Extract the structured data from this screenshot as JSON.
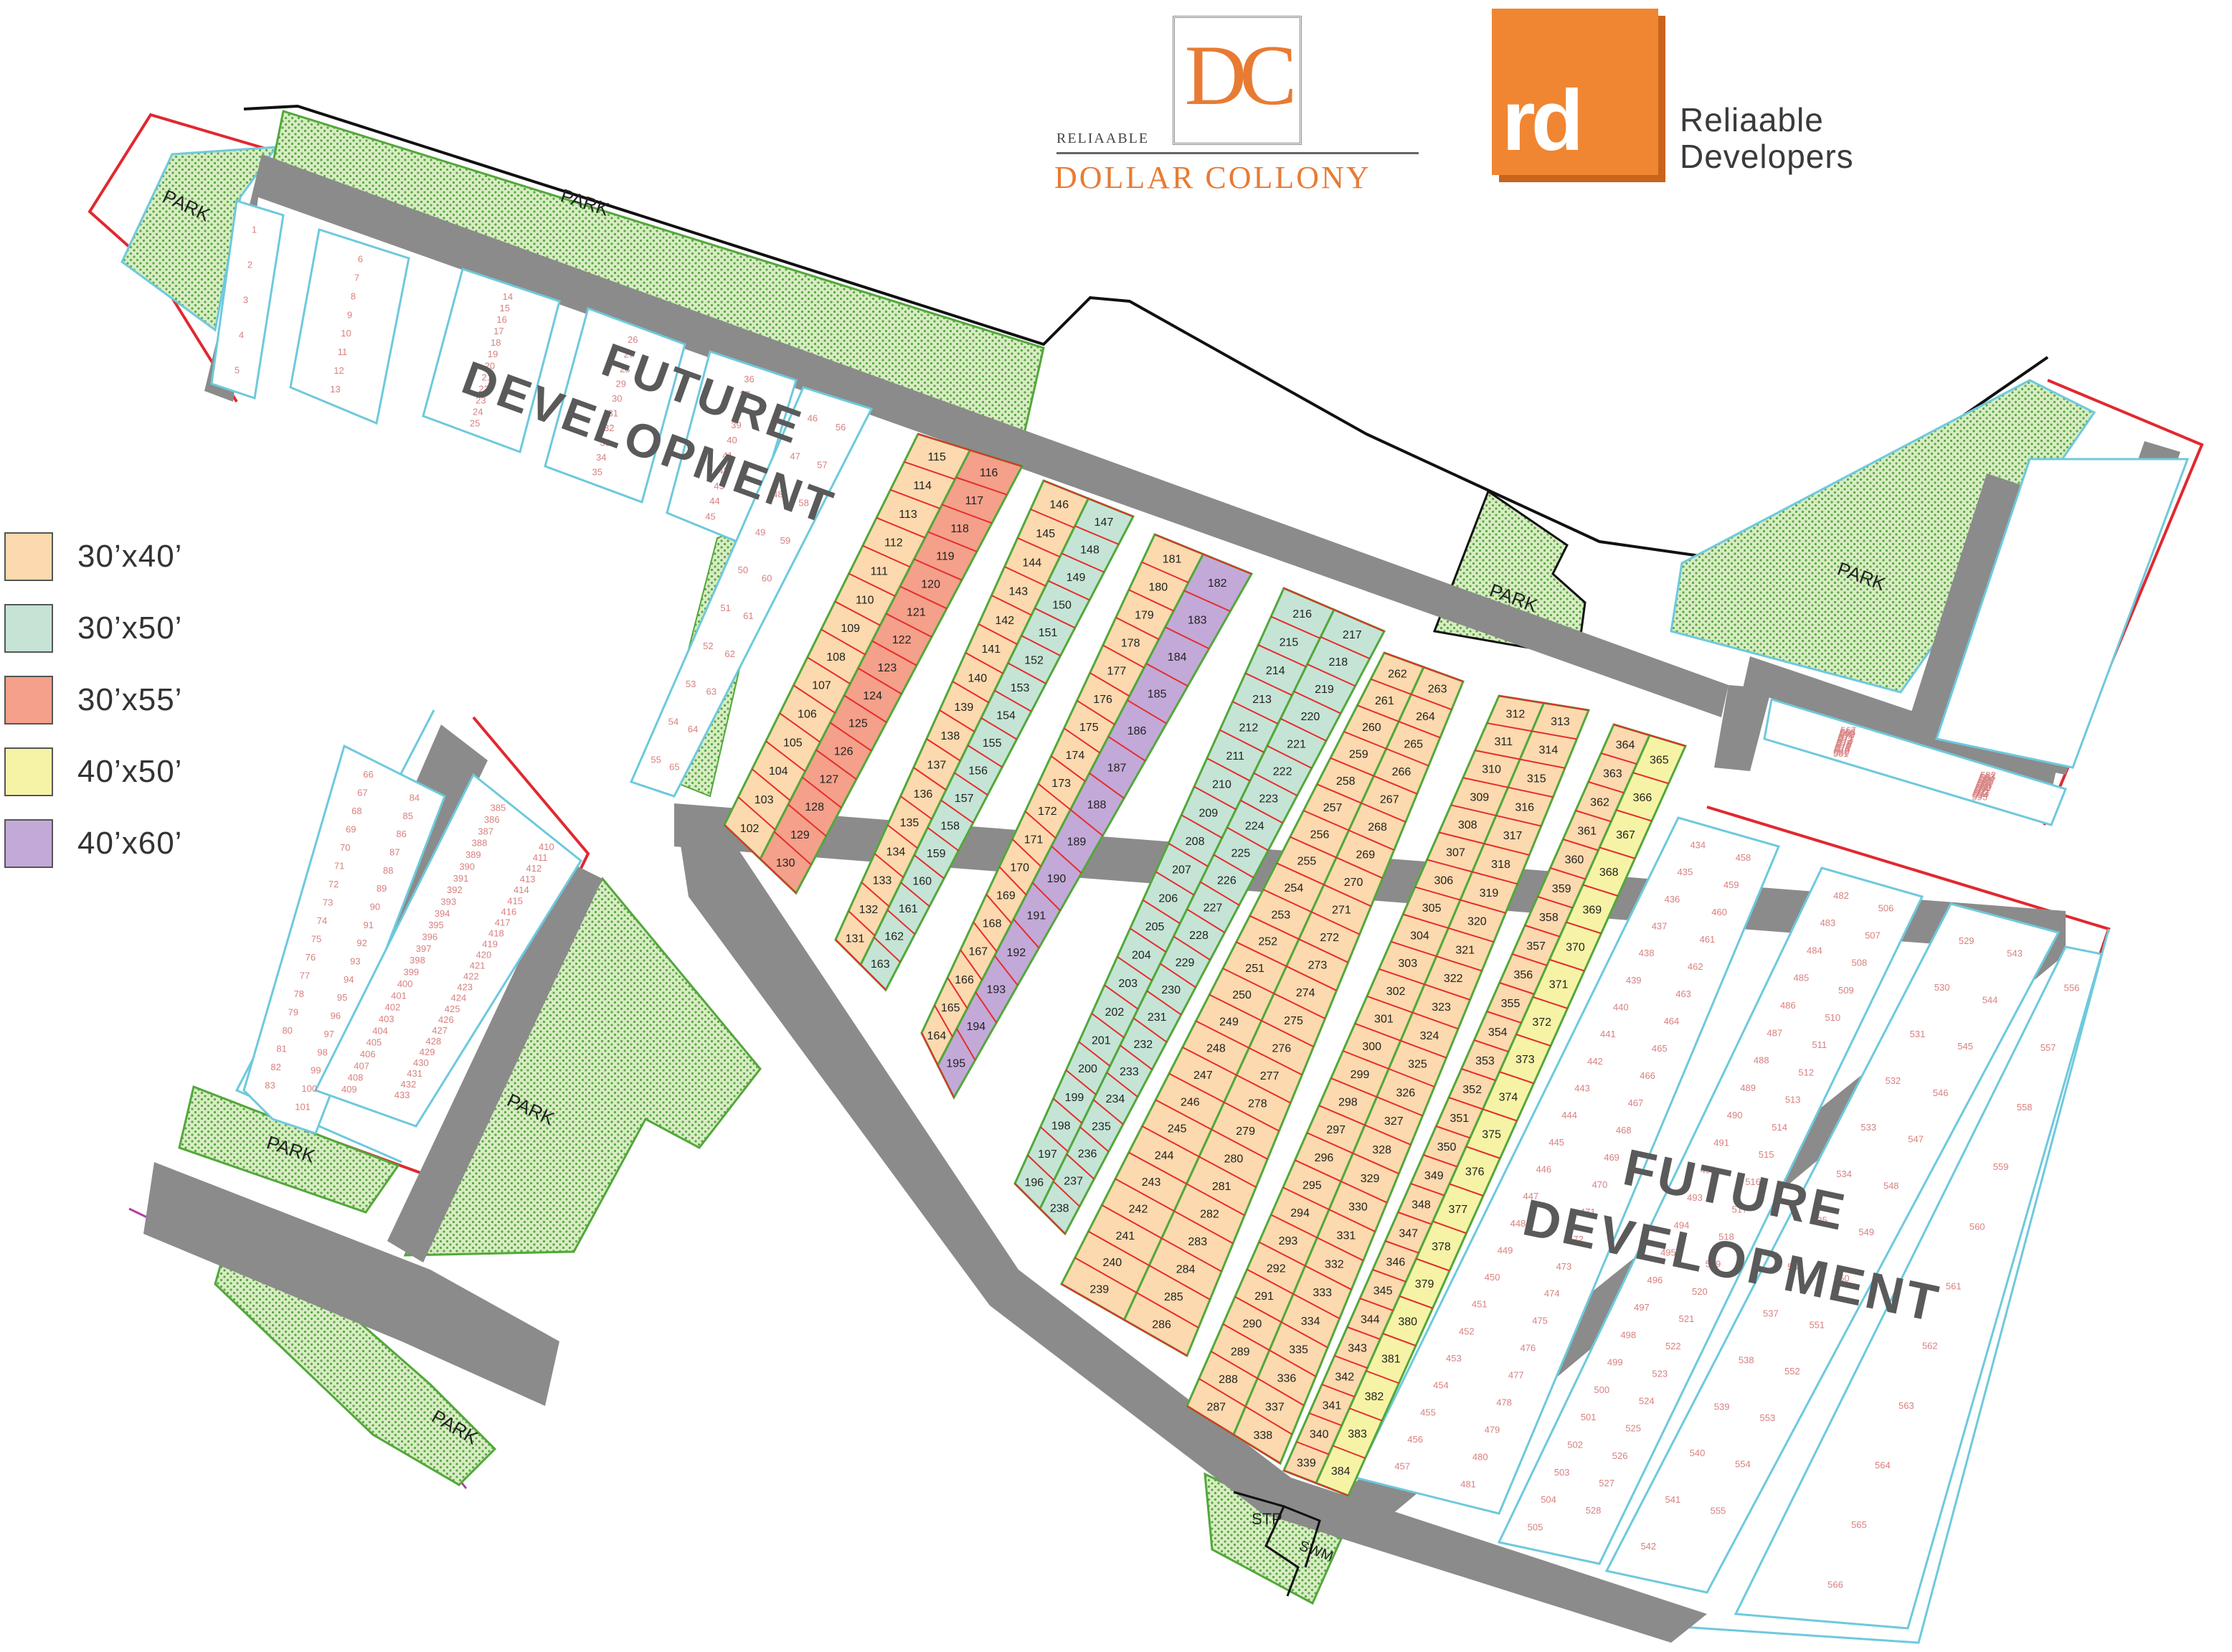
{
  "brand_left": {
    "monogram": "DC",
    "small_caption": "RELIAABLE",
    "name": "DOLLAR COLLONY"
  },
  "brand_right": {
    "logo_text": "rd",
    "name_line1": "Reliaable",
    "name_line2": "Developers"
  },
  "legend": [
    {
      "label": "30’x40’",
      "color": "#fcd9ae"
    },
    {
      "label": "30’x50’",
      "color": "#c5e4d6"
    },
    {
      "label": "30’x55’",
      "color": "#f4a08a"
    },
    {
      "label": "40’x50’",
      "color": "#f6f3a6"
    },
    {
      "label": "40’x60’",
      "color": "#c3a9d8"
    }
  ],
  "colors": {
    "road": "#8b8b8b",
    "park_fill": "#d8ecc4",
    "park_dots": "#5aa840",
    "plot_line_pink": "#f3b6b6",
    "plot_line_red": "#e52d2d",
    "boundary_cyan": "#6ec9dd",
    "boundary_green": "#52a83a",
    "boundary_red": "#e0292f"
  },
  "map": {
    "future_development_labels": [
      {
        "line1": "FUTURE",
        "line2": "DEVELOPMENT"
      },
      {
        "line1": "FUTURE",
        "line2": "DEVELOPMENT"
      }
    ],
    "parks": [
      "PARK",
      "PARK",
      "PARK",
      "PARK",
      "PARK",
      "PARK",
      "PARK"
    ],
    "facilities": [
      "STP",
      "SWM"
    ],
    "blocks": [
      {
        "color": "#fcd9ae",
        "left": [
          102,
          103,
          104,
          105,
          106,
          107,
          108,
          109,
          110,
          111,
          112,
          113,
          114,
          115
        ],
        "right": [
          130,
          129,
          128,
          127,
          126,
          125,
          124,
          123,
          122,
          121,
          120,
          119,
          118,
          117,
          116
        ],
        "right_color": "#f4a08a"
      },
      {
        "color": "#fcd9ae",
        "left": [
          131,
          132,
          133,
          134,
          135,
          136,
          137,
          138,
          139,
          140,
          141,
          142,
          143,
          144,
          145,
          146
        ],
        "right": [
          163,
          162,
          161,
          160,
          159,
          158,
          157,
          156,
          155,
          154,
          153,
          152,
          151,
          150,
          149,
          148,
          147
        ],
        "right_color": "#c5e4d6"
      },
      {
        "color": "#fcd9ae",
        "left": [
          164,
          165,
          166,
          167,
          168,
          169,
          170,
          171,
          172,
          173,
          174,
          175,
          176,
          177,
          178,
          179,
          180,
          181
        ],
        "right": [
          195,
          194,
          193,
          192,
          191,
          190,
          189,
          188,
          187,
          186,
          185,
          184,
          183,
          182
        ],
        "right_color": "#c3a9d8"
      },
      {
        "color": "#c5e4d6",
        "left": [
          196,
          197,
          198,
          199,
          200,
          201,
          202,
          203,
          204,
          205,
          206,
          207,
          208,
          209,
          210,
          211,
          212,
          213,
          214,
          215,
          216
        ],
        "right": [
          238,
          237,
          236,
          235,
          234,
          233,
          232,
          231,
          230,
          229,
          228,
          227,
          226,
          225,
          224,
          223,
          222,
          221,
          220,
          219,
          218,
          217
        ],
        "right_color": "#c5e4d6"
      },
      {
        "color": "#fcd9ae",
        "left": [
          239,
          240,
          241,
          242,
          243,
          244,
          245,
          246,
          247,
          248,
          249,
          250,
          251,
          252,
          253,
          254,
          255,
          256,
          257,
          258,
          259,
          260,
          261,
          262
        ],
        "right": [
          286,
          285,
          284,
          283,
          282,
          281,
          280,
          279,
          278,
          277,
          276,
          275,
          274,
          273,
          272,
          271,
          270,
          269,
          268,
          267,
          266,
          265,
          264,
          263
        ],
        "right_color": "#fcd9ae"
      },
      {
        "color": "#fcd9ae",
        "left": [
          287,
          288,
          289,
          290,
          291,
          292,
          293,
          294,
          295,
          296,
          297,
          298,
          299,
          300,
          301,
          302,
          303,
          304,
          305,
          306,
          307,
          308,
          309,
          310,
          311,
          312
        ],
        "right": [
          338,
          337,
          336,
          335,
          334,
          333,
          332,
          331,
          330,
          329,
          328,
          327,
          326,
          325,
          324,
          323,
          322,
          321,
          320,
          319,
          318,
          317,
          316,
          315,
          314,
          313
        ],
        "right_color": "#fcd9ae"
      },
      {
        "color": "#fcd9ae",
        "left": [
          339,
          340,
          341,
          342,
          343,
          344,
          345,
          346,
          347,
          348,
          349,
          350,
          351,
          352,
          353,
          354,
          355,
          356,
          357,
          358,
          359,
          360,
          361,
          362,
          363,
          364
        ],
        "right": [
          384,
          383,
          382,
          381,
          380,
          379,
          378,
          377,
          376,
          375,
          374,
          373,
          372,
          371,
          370,
          369,
          368,
          367,
          366,
          365
        ],
        "right_color": "#f6f3a6"
      }
    ],
    "white_blocks": [
      {
        "numbers": [
          1,
          2,
          3,
          4,
          5
        ]
      },
      {
        "numbers": [
          6,
          7,
          8,
          9,
          10,
          11,
          12,
          13
        ]
      },
      {
        "numbers": [
          14,
          15,
          16,
          17,
          18,
          19,
          20,
          21,
          22,
          23,
          24,
          25
        ]
      },
      {
        "numbers": [
          26,
          27,
          28,
          29,
          30,
          31,
          32,
          33,
          34,
          35
        ]
      },
      {
        "numbers": [
          36,
          37,
          38,
          39,
          40,
          41,
          42,
          43,
          44,
          45
        ]
      },
      {
        "numbers": [
          46,
          47,
          48,
          49,
          50,
          51,
          52,
          53,
          54,
          55,
          56,
          57,
          58,
          59,
          60,
          61,
          62,
          63,
          64,
          65
        ]
      },
      {
        "numbers": [
          66,
          67,
          68,
          69,
          70,
          71,
          72,
          73,
          74,
          75,
          76,
          77,
          78,
          79,
          80,
          81,
          82,
          83,
          84,
          85,
          86,
          87,
          88,
          89,
          90,
          91,
          92,
          93,
          94,
          95,
          96,
          97,
          98,
          99,
          100,
          101
        ]
      },
      {
        "numbers": [
          385,
          386,
          387,
          388,
          389,
          390,
          391,
          392,
          393,
          394,
          395,
          396,
          397,
          398,
          399,
          400,
          401,
          402,
          403,
          404,
          405,
          406,
          407,
          408,
          409,
          410,
          411,
          412,
          413,
          414,
          415,
          416,
          417,
          418,
          419,
          420,
          421,
          422,
          423,
          424,
          425,
          426,
          427,
          428,
          429,
          430,
          431,
          432,
          433
        ]
      },
      {
        "numbers": [
          434,
          435,
          436,
          437,
          438,
          439,
          440,
          441,
          442,
          443,
          444,
          445,
          446,
          447,
          448,
          449,
          450,
          451,
          452,
          453,
          454,
          455,
          456,
          457,
          458,
          459,
          460,
          461,
          462,
          463,
          464,
          465,
          466,
          467,
          468,
          469,
          470,
          471,
          472,
          473,
          474,
          475,
          476,
          477,
          478,
          479,
          480,
          481
        ]
      },
      {
        "numbers": [
          482,
          483,
          484,
          485,
          486,
          487,
          488,
          489,
          490,
          491,
          492,
          493,
          494,
          495,
          496,
          497,
          498,
          499,
          500,
          501,
          502,
          503,
          504,
          505,
          506,
          507,
          508,
          509,
          510,
          511,
          512,
          513,
          514,
          515,
          516,
          517,
          518,
          519,
          520,
          521,
          522,
          523,
          524,
          525,
          526,
          527,
          528
        ]
      },
      {
        "numbers": [
          529,
          530,
          531,
          532,
          533,
          534,
          535,
          536,
          537,
          538,
          539,
          540,
          541,
          542,
          543,
          544,
          545,
          546,
          547,
          548,
          549,
          550,
          551,
          552,
          553,
          554,
          555
        ]
      },
      {
        "numbers": [
          556,
          557,
          558,
          559,
          560,
          561,
          562,
          563,
          564,
          565,
          566
        ]
      },
      {
        "numbers": [
          567,
          568,
          569,
          570,
          571,
          572,
          573,
          574,
          575,
          576,
          577,
          578,
          579,
          580,
          581,
          582,
          583,
          584,
          585,
          586,
          587,
          588,
          589,
          590,
          591,
          592,
          593,
          594,
          595
        ]
      }
    ]
  }
}
